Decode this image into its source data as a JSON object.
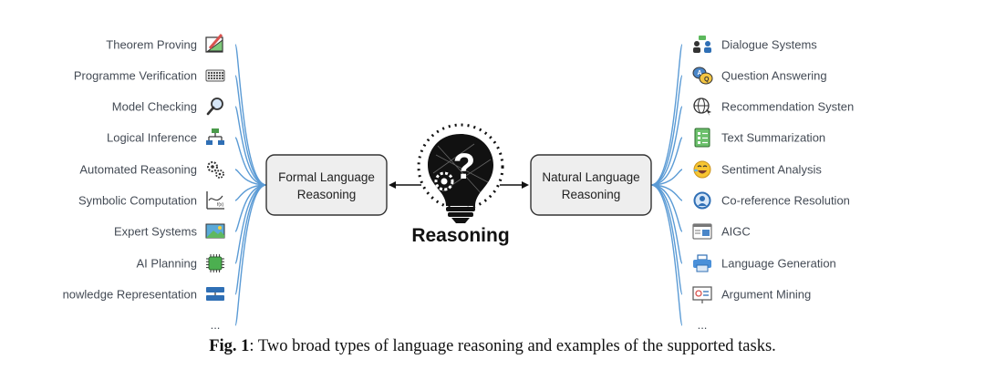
{
  "center": {
    "title": "Reasoning"
  },
  "formal": {
    "label_line1": "Formal Language",
    "label_line2": "Reasoning",
    "items": [
      {
        "label": "Theorem Proving",
        "icon": "ruler-pencil-icon"
      },
      {
        "label": "Programme Verification",
        "icon": "keyboard-icon"
      },
      {
        "label": "Model Checking",
        "icon": "magnifier-icon"
      },
      {
        "label": "Logical Inference",
        "icon": "flowchart-icon"
      },
      {
        "label": "Automated Reasoning",
        "icon": "gears-icon"
      },
      {
        "label": "Symbolic Computation",
        "icon": "function-graph-icon"
      },
      {
        "label": "Expert Systems",
        "icon": "landscape-icon"
      },
      {
        "label": "AI Planning",
        "icon": "chip-icon"
      },
      {
        "label": "nowledge Representation",
        "icon": "stack-icon"
      }
    ],
    "more": "..."
  },
  "natural": {
    "label_line1": "Natural Language",
    "label_line2": "Reasoning",
    "items": [
      {
        "label": "Dialogue Systems",
        "icon": "people-talking-icon"
      },
      {
        "label": "Question Answering",
        "icon": "chat-bubbles-icon"
      },
      {
        "label": "Recommendation Systen",
        "icon": "globe-cursor-icon"
      },
      {
        "label": "Text Summarization",
        "icon": "checklist-icon"
      },
      {
        "label": "Sentiment Analysis",
        "icon": "laughing-emoji-icon"
      },
      {
        "label": "Co-reference Resolution",
        "icon": "user-circle-icon"
      },
      {
        "label": "AIGC",
        "icon": "document-image-icon"
      },
      {
        "label": "Language Generation",
        "icon": "printer-icon"
      },
      {
        "label": "Argument Mining",
        "icon": "presentation-icon"
      }
    ],
    "more": "..."
  },
  "caption": {
    "label": "Fig. 1",
    "text": ": Two broad types of language reasoning and examples of the supported tasks."
  },
  "colors": {
    "branch": "#5b9bd5",
    "box_fill": "#eeeeee",
    "box_stroke": "#333333"
  }
}
